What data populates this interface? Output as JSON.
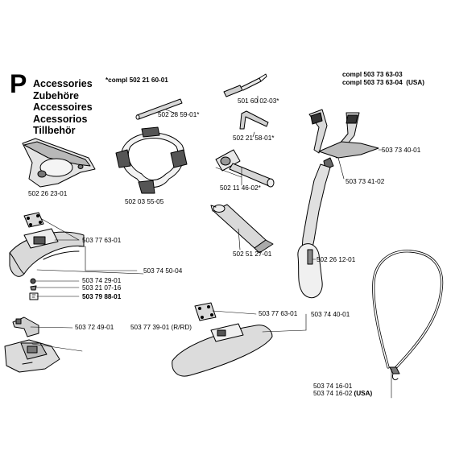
{
  "section_letter": "P",
  "titles": [
    "Accessories",
    "Zubehöre",
    "Accessoires",
    "Acessorios",
    "Tillbehör"
  ],
  "compl_header": "*compl 502 21 60-01",
  "top_right": {
    "line1": "compl 503 73 63-03",
    "line2_prefix": "compl 503 73 63-04",
    "line2_suffix": "(USA)"
  },
  "part_numbers": {
    "rod": "502 28 59-01*",
    "screwdriver": "501 60 02-03*",
    "allen_key": "502 21 58-01*",
    "box_wrench": "502 11 46-02*",
    "grease_tube": "502 51 27-01",
    "harness_clip": "503 73 40-01",
    "harness_buckle": "503 73 41-02",
    "hip_pad": "502 26 12-01",
    "blade_guard_shield": "502 26 23-01",
    "blade_guard_ring": "502 03 55-05",
    "bracket_a": "503 77 63-01",
    "guard_assembly": "503 74 50-04",
    "guard_screw": "503 74 29-01",
    "guard_bolt": "503 21 07-16",
    "guard_label": "503 79 88-01",
    "clamp": "503 72 49-01",
    "guard_rrd": "503 77 39-01 (R/RD)",
    "bracket_b": "503 77 63-01",
    "long_guard": "503 74 40-01",
    "strap_1": "503 74 16-01",
    "strap_2_prefix": "503 74 16-02",
    "strap_2_suffix": "(USA)"
  }
}
